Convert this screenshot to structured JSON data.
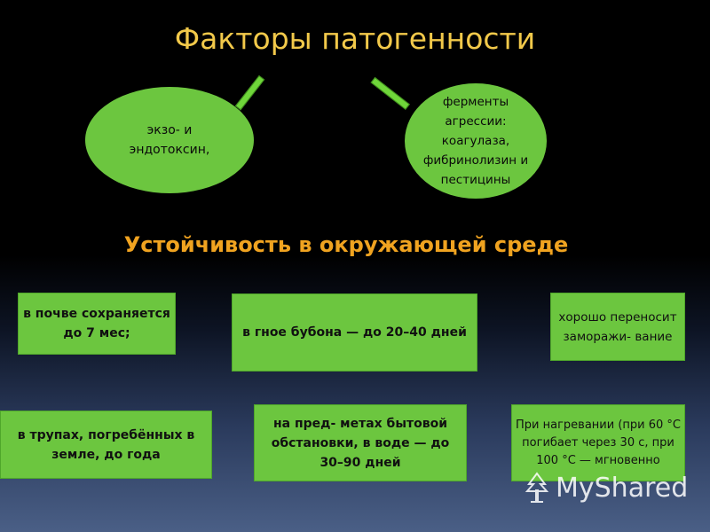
{
  "title": "Факторы патогенности",
  "subtitle": "Устойчивость в окружающей среде",
  "factors": [
    {
      "text": "экзо- и эндотоксин,"
    },
    {
      "text": "ферменты агрессии: коагулаза, фибринолизин и пестицины"
    }
  ],
  "stability_boxes": [
    {
      "text": "в почве сохраняется до 7 мес;"
    },
    {
      "text": "в гное бубона — до 20–40 дней"
    },
    {
      "text": "хорошо переносит заморажи- вание"
    },
    {
      "text": "в трупах, погребённых в земле, до года"
    },
    {
      "text": "на пред- метах бытовой обстановки, в воде — до 30–90 дней"
    },
    {
      "text": "При нагревании (при 60 °С погибает через 30 с, при 100 °С — мгновенно"
    }
  ],
  "watermark": {
    "text": "MyShared"
  },
  "colors": {
    "box_green": "#6cc63f",
    "title_yellow": "#f2c94a",
    "subtitle_orange": "#f0a320"
  }
}
